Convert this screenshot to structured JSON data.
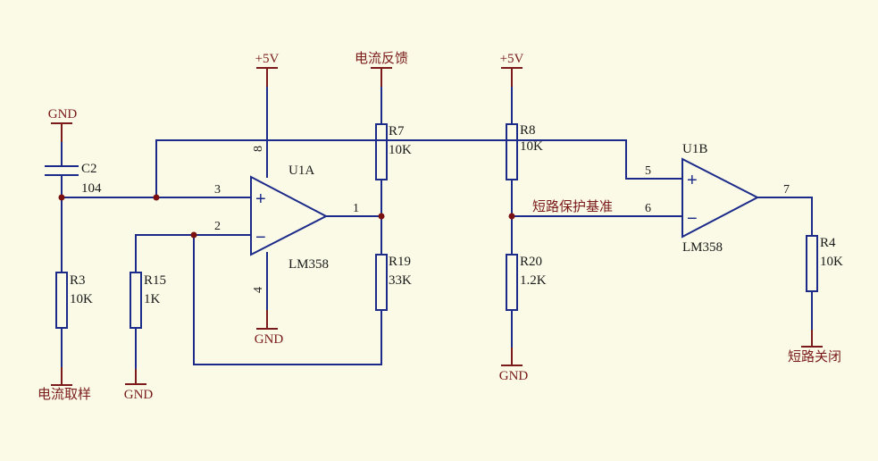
{
  "power": {
    "vcc_u1a": "+5V",
    "vcc_r8": "+5V",
    "gnd_c2": "GND",
    "gnd_r15": "GND",
    "gnd_u1a": "GND",
    "gnd_r20": "GND"
  },
  "nets": {
    "current_feedback": "电流反馈",
    "current_sample": "电流取样",
    "short_ref": "短路保护基准",
    "short_off": "短路关闭"
  },
  "components": {
    "c2": {
      "ref": "C2",
      "value": "104"
    },
    "r3": {
      "ref": "R3",
      "value": "10K"
    },
    "r15": {
      "ref": "R15",
      "value": "1K"
    },
    "r7": {
      "ref": "R7",
      "value": "10K"
    },
    "r19": {
      "ref": "R19",
      "value": "33K"
    },
    "r8": {
      "ref": "R8",
      "value": "10K"
    },
    "r20": {
      "ref": "R20",
      "value": "1.2K"
    },
    "r4": {
      "ref": "R4",
      "value": "10K"
    },
    "u1a": {
      "ref": "U1A",
      "part": "LM358"
    },
    "u1b": {
      "ref": "U1B",
      "part": "LM358"
    }
  },
  "pins": {
    "u1a_in_plus": "3",
    "u1a_in_minus": "2",
    "u1a_out": "1",
    "u1a_vcc": "8",
    "u1a_gnd": "4",
    "u1b_in_plus": "5",
    "u1b_in_minus": "6",
    "u1b_out": "7"
  },
  "symbols": {
    "plus": "+",
    "minus": "−"
  }
}
